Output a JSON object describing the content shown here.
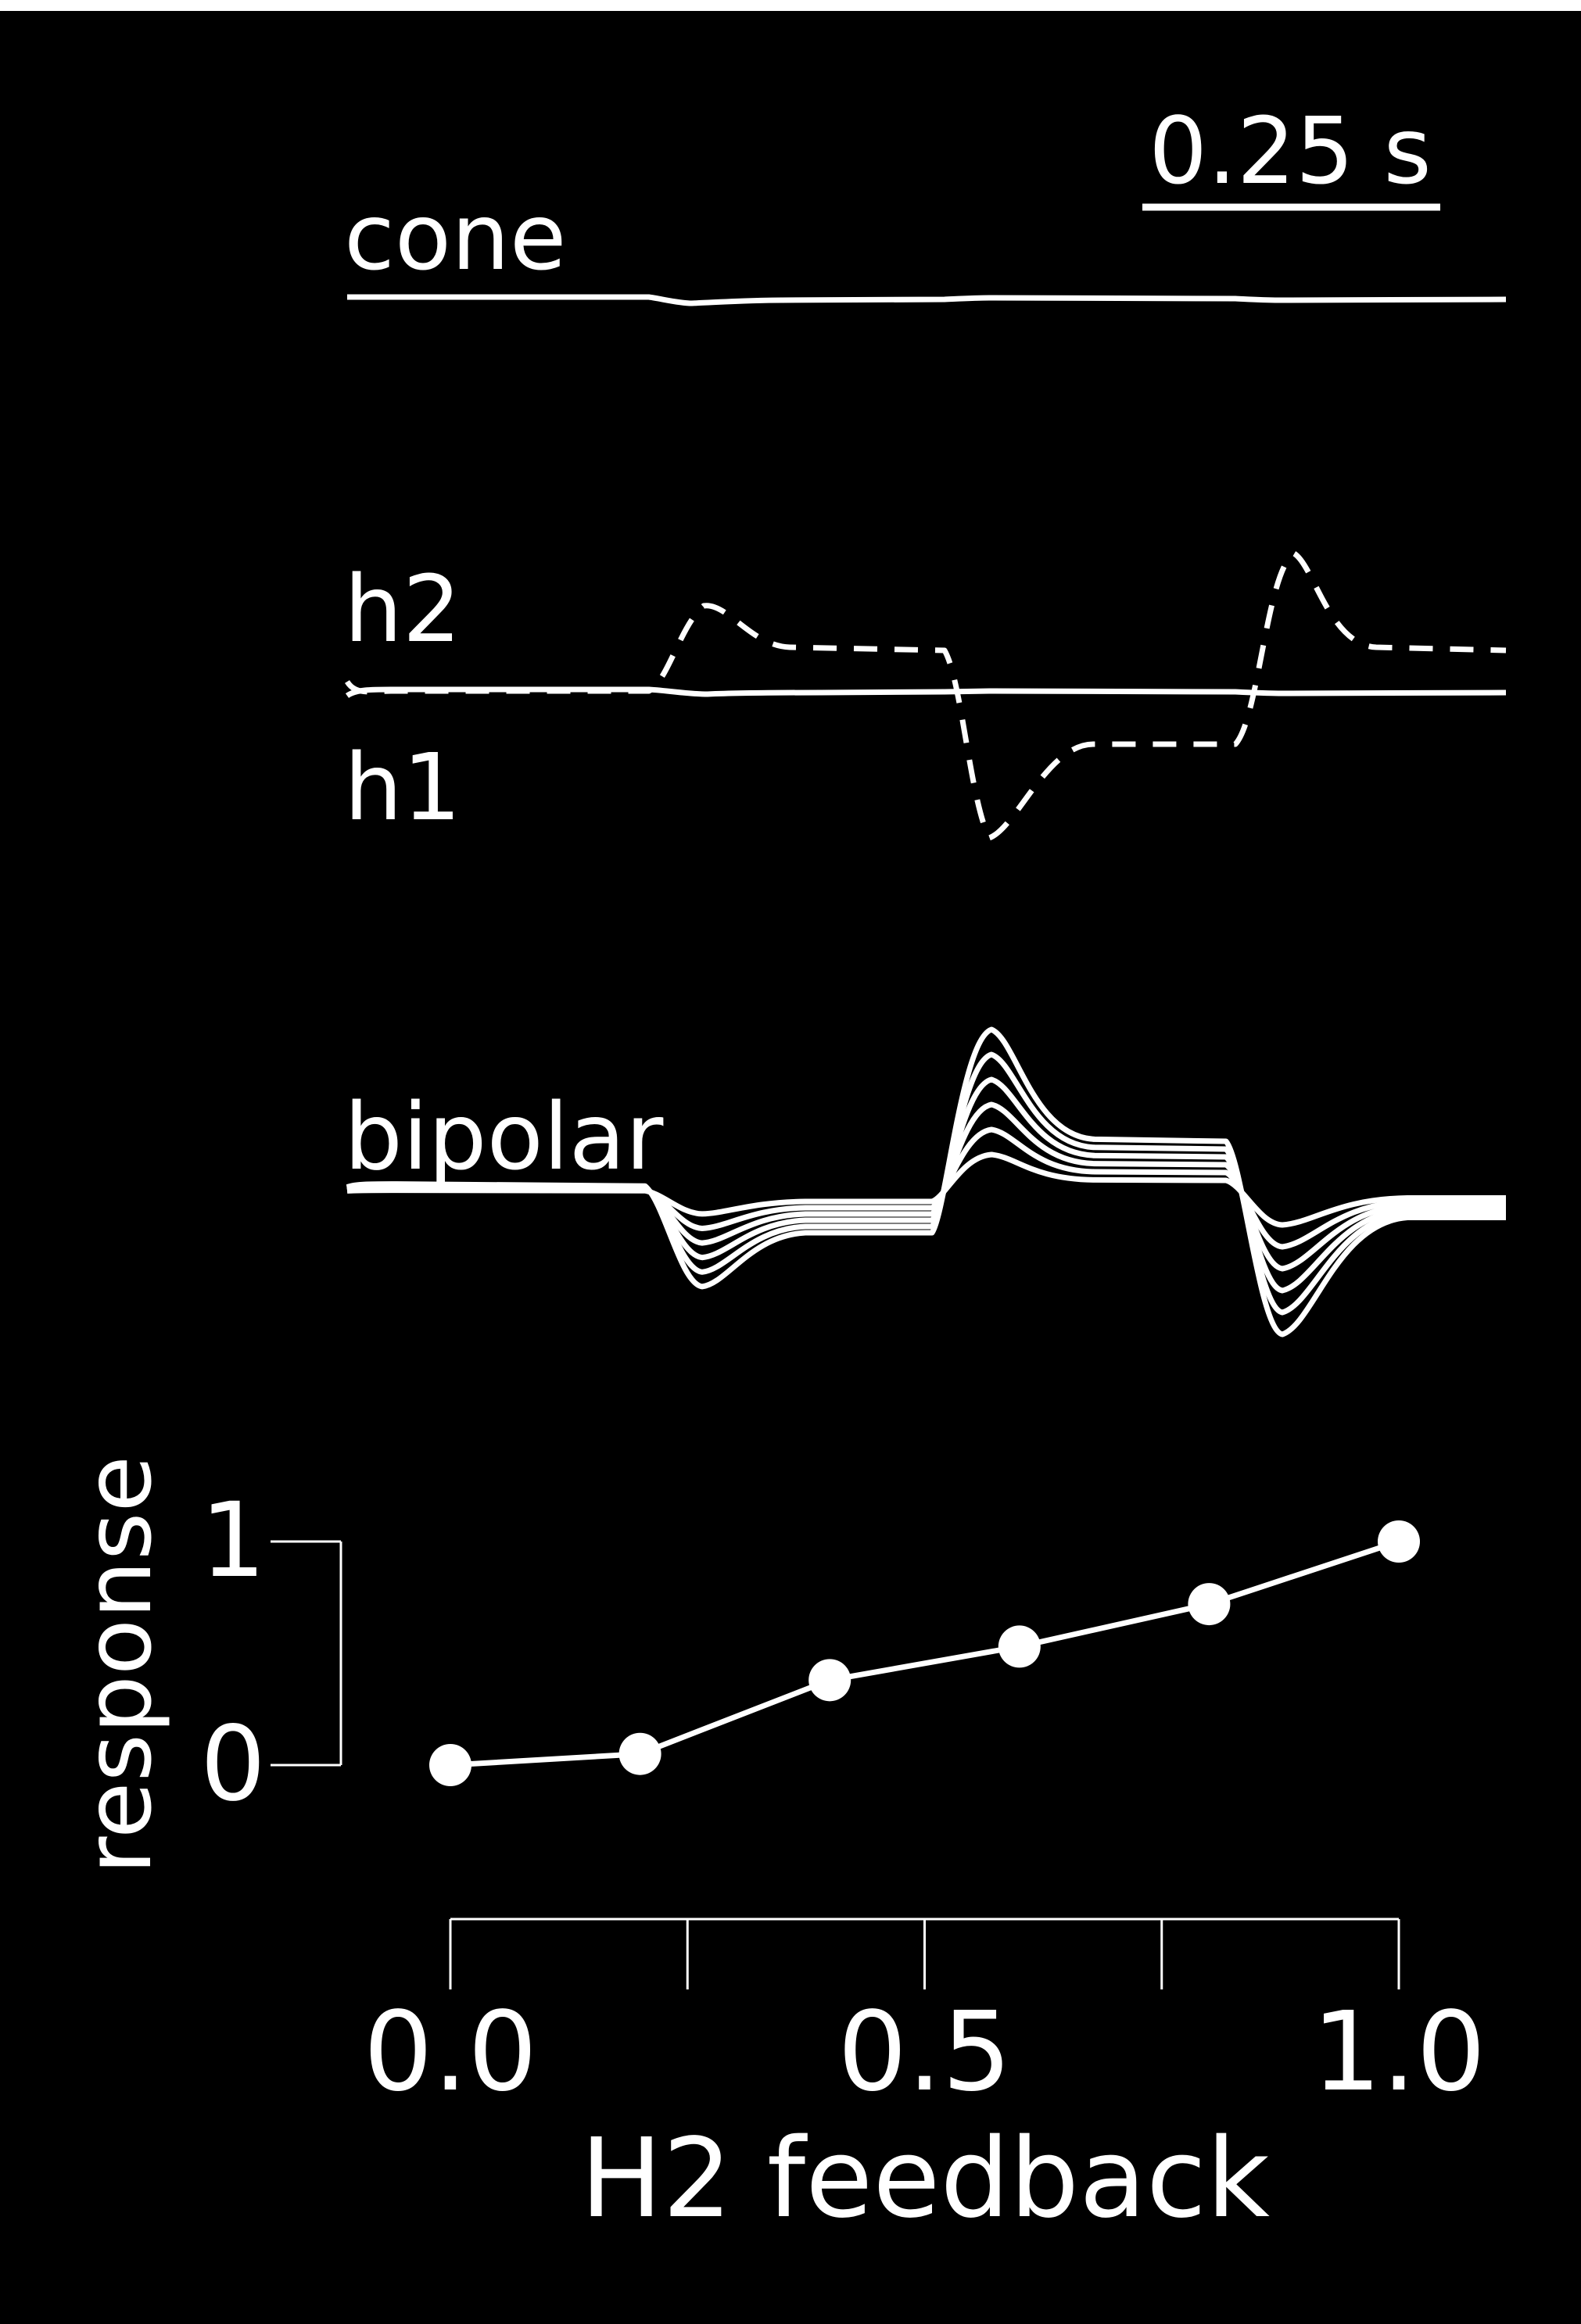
{
  "colors": {
    "background": "#000000",
    "foreground": "#ffffff"
  },
  "scalebar": {
    "label": "0.25 s"
  },
  "traces": {
    "cone_label": "cone",
    "h2_label": "h2",
    "h1_label": "h1",
    "bipolar_label": "bipolar",
    "bipolar_feedback_levels": [
      0.0,
      0.2,
      0.4,
      0.6,
      0.8,
      1.0
    ]
  },
  "chart_data": {
    "type": "line",
    "title": "",
    "xlabel": "H2 feedback",
    "ylabel": "response",
    "x": [
      0.0,
      0.2,
      0.4,
      0.6,
      0.8,
      1.0
    ],
    "series": [
      {
        "values": [
          0.0,
          0.05,
          0.38,
          0.53,
          0.72,
          1.0
        ]
      }
    ],
    "xlim": [
      0.0,
      1.0
    ],
    "ylim": [
      0,
      1
    ],
    "xticks": [
      0.0,
      0.25,
      0.5,
      0.75,
      1.0
    ],
    "xtick_labels": [
      "0.0",
      "0.5",
      "1.0"
    ],
    "yticks": [
      0,
      1
    ],
    "ytick_labels": [
      "0",
      "1"
    ],
    "grid": false,
    "markers": true
  }
}
